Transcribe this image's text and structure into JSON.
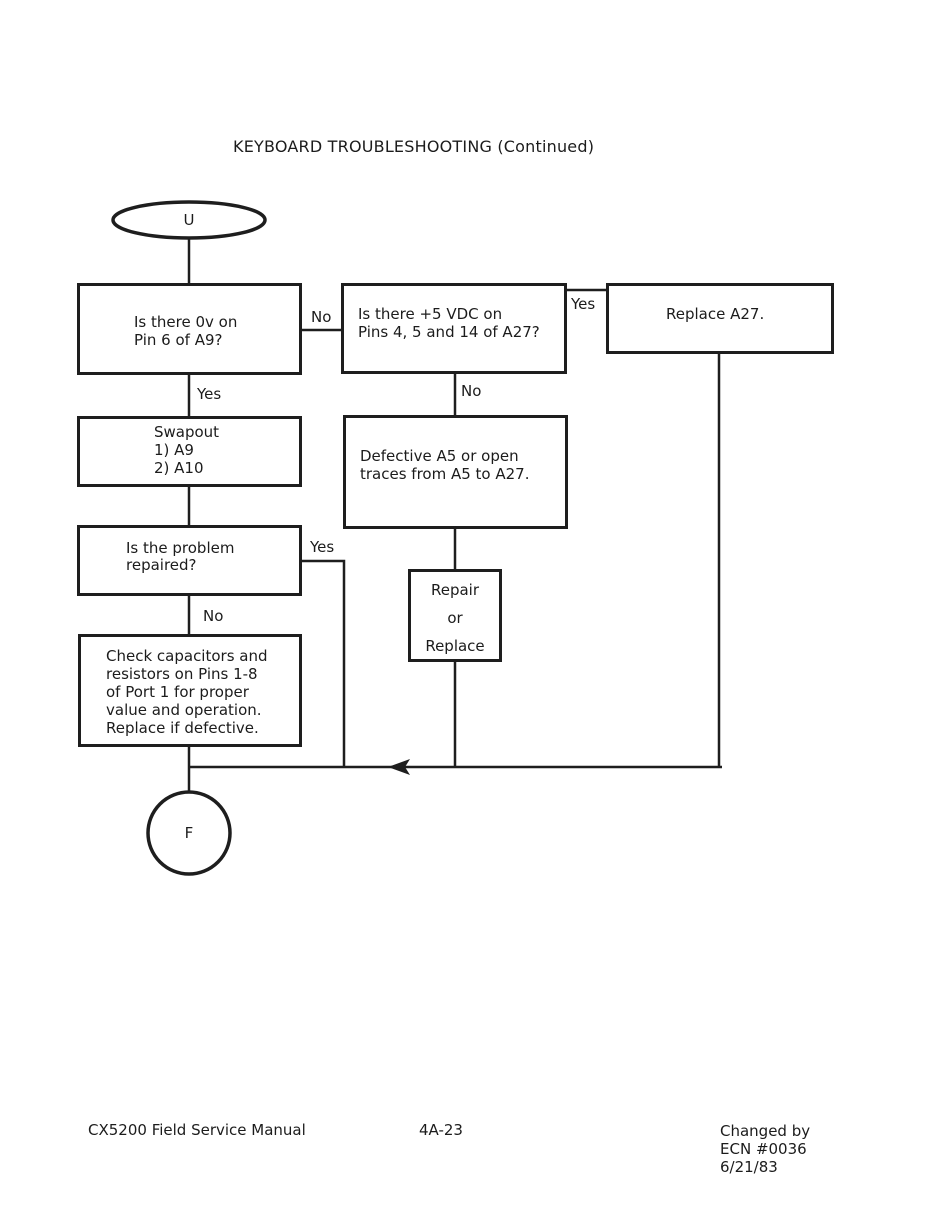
{
  "page": {
    "title": "KEYBOARD TROUBLESHOOTING (Continued)"
  },
  "flowchart": {
    "start_terminal": "U",
    "end_terminal": "F",
    "nodes": {
      "q_pin6": {
        "line1": "Is there 0v on",
        "line2": "Pin 6 of A9?"
      },
      "q_5vdc": {
        "line1": "Is there +5 VDC on",
        "line2": "Pins 4, 5 and 14 of A27?"
      },
      "replace_a27": {
        "text": "Replace A27."
      },
      "swapout": {
        "line1": "Swapout",
        "line2": "1) A9",
        "line3": "2) A10"
      },
      "defective_a5": {
        "line1": "Defective A5 or open",
        "line2": "traces from A5 to A27."
      },
      "q_repaired": {
        "line1": "Is the problem",
        "line2": "repaired?"
      },
      "repair_replace": {
        "line1": "Repair",
        "line2": "or",
        "line3": "Replace"
      },
      "check_caps": {
        "line1": "Check capacitors and",
        "line2": "resistors on Pins 1-8",
        "line3": "of Port 1 for proper",
        "line4": "value and operation.",
        "line5": "Replace if defective."
      }
    },
    "edges": {
      "pin6_no": "No",
      "pin6_yes": "Yes",
      "vdc_yes": "Yes",
      "vdc_no": "No",
      "repaired_yes": "Yes",
      "repaired_no": "No"
    }
  },
  "footer": {
    "manual": "CX5200 Field Service Manual",
    "page_number": "4A-23",
    "change_line1": "Changed by",
    "change_line2": "ECN #0036",
    "change_line3": "6/21/83"
  }
}
